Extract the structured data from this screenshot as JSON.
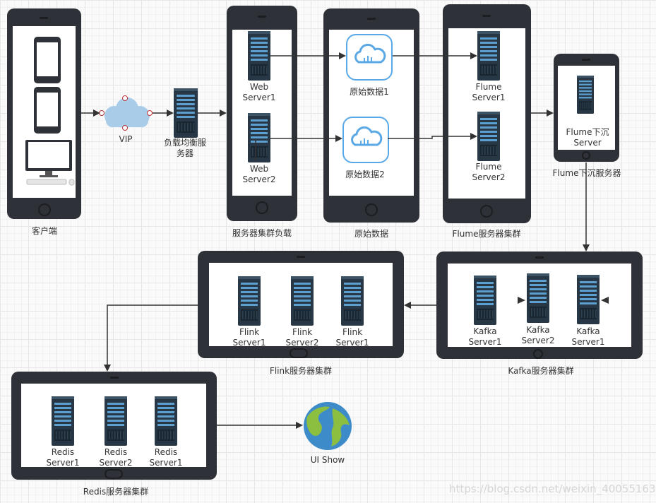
{
  "labels": {
    "client": "客户端",
    "vip": "VIP",
    "lb": "负载均衡服\n务器",
    "web_cluster": "服务器集群负载",
    "raw_cluster": "原始数据",
    "flume_cluster": "Flume服务器集群",
    "sink_cluster": "Flume下沉服务器",
    "kafka_cluster": "Kafka服务器集群",
    "flink_cluster": "Flink服务器集群",
    "redis_cluster": "Redis服务器集群",
    "ui": "UI Show"
  },
  "servers": {
    "web1": "Web\nServer1",
    "web2": "Web\nServer2",
    "flume1": "Flume\nServer1",
    "flume2": "Flume\nServer2",
    "sink": "Flume下沉\nServer",
    "kafka1": "Kafka\nServer1",
    "kafka2": "Kafka\nServer2",
    "kafka3": "Kafka\nServer1",
    "flink1": "Flink\nServer1",
    "flink2": "Flink\nServer2",
    "flink3": "Flink\nServer1",
    "redis1": "Redis\nServer1",
    "redis2": "Redis\nServer2",
    "redis3": "Redis\nServer1"
  },
  "raw_data": {
    "d1": "原始数据1",
    "d2": "原始数据2"
  },
  "watermark": "https://blog.csdn.net/weixin_40055163",
  "colors": {
    "device": "#2e3137",
    "server": "#273746",
    "server_stripe": "#5d9fce",
    "cloud": "#5aa9e6",
    "vip_cloud": "#a9cde8",
    "arrow": "#333333"
  }
}
